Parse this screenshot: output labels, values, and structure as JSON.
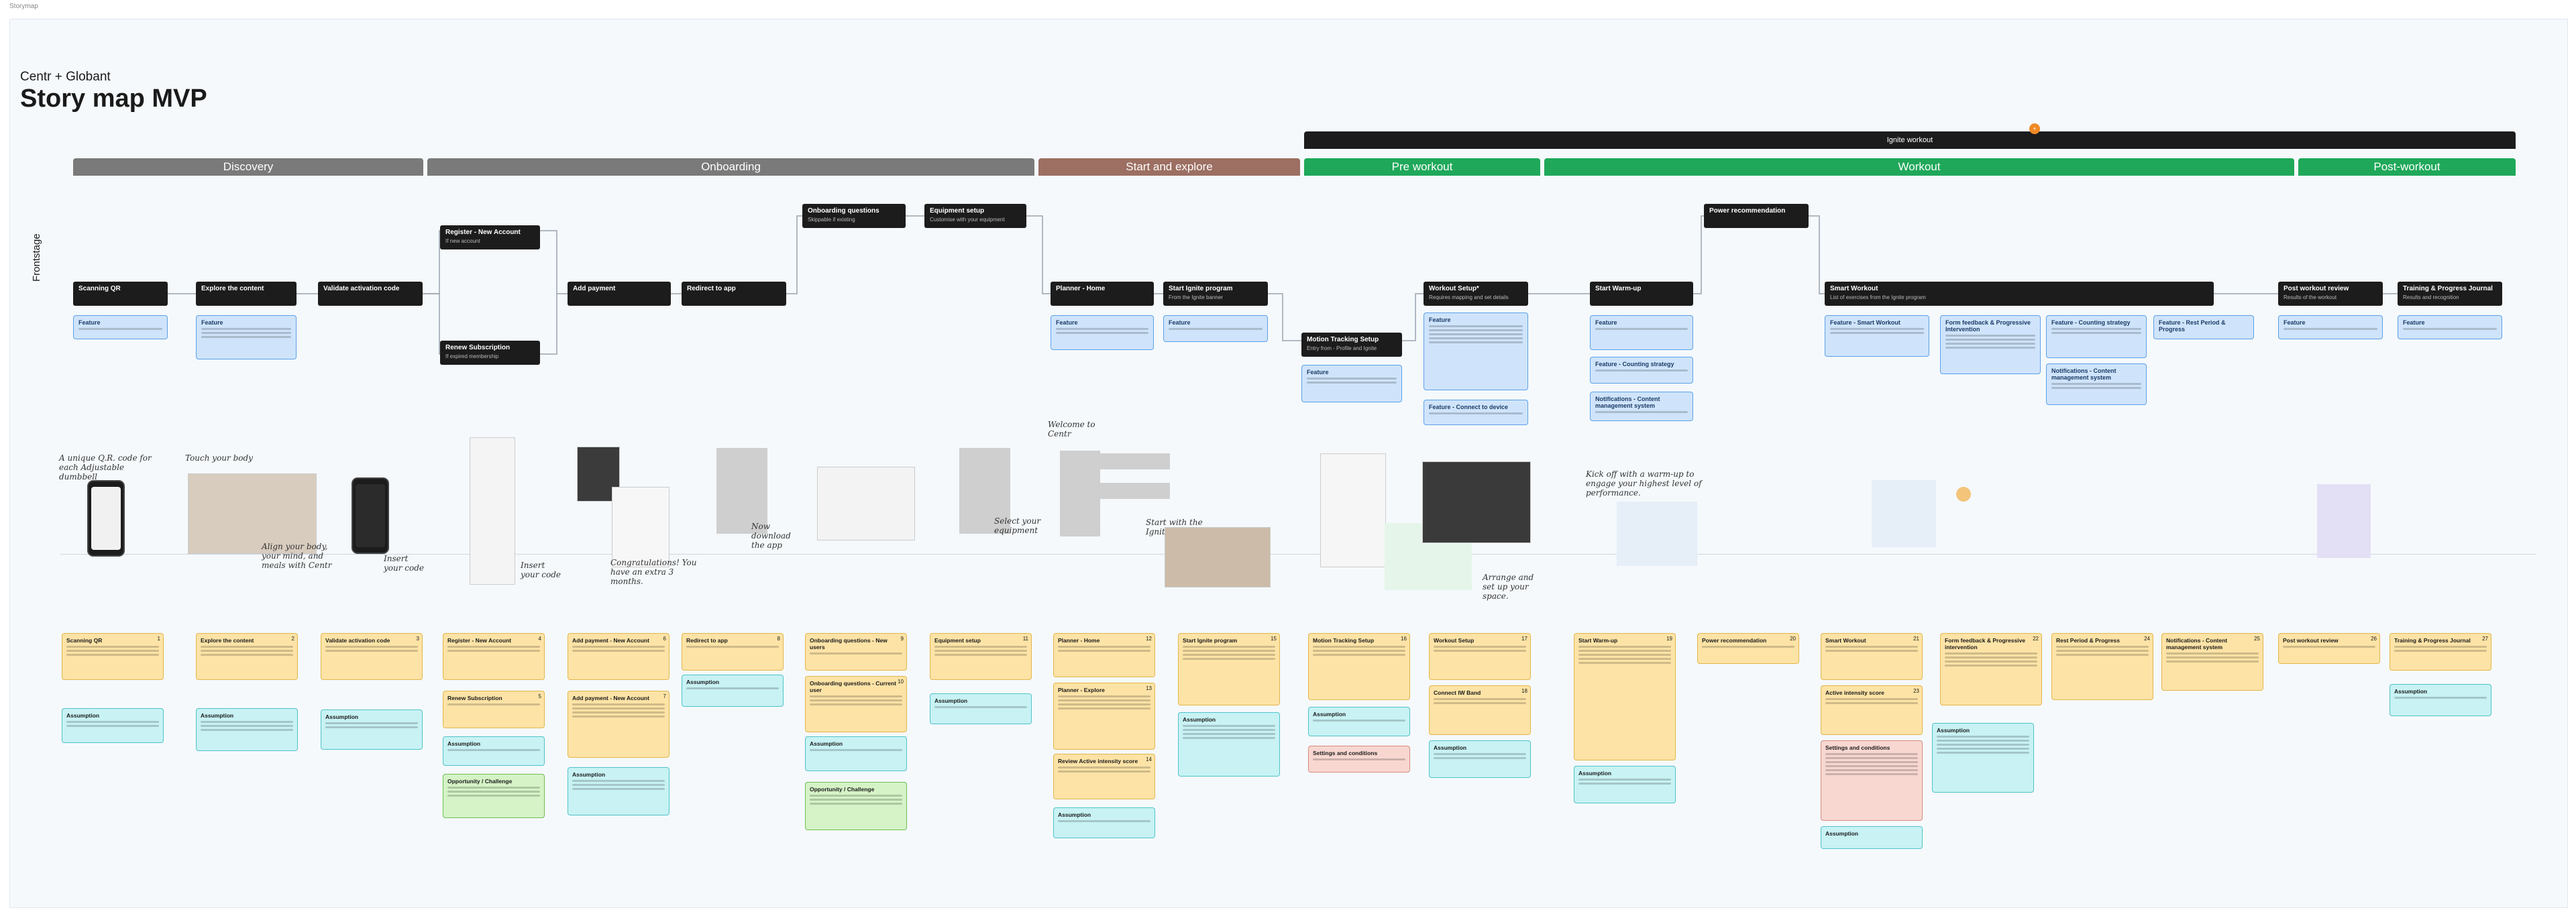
{
  "tag": "Storymap",
  "header": {
    "brand": "Centr + Globant",
    "title": "Story map MVP",
    "side_label": "Frontstage"
  },
  "ignite": {
    "label": "Ignite workout",
    "badge": "+"
  },
  "phases": [
    {
      "label": "Discovery",
      "color": "#7a7a7a"
    },
    {
      "label": "Onboarding",
      "color": "#7a7a7a"
    },
    {
      "label": "Start and explore",
      "color": "#9c6f62"
    },
    {
      "label": "Pre workout",
      "color": "#1fa85a"
    },
    {
      "label": "Workout",
      "color": "#1fa85a"
    },
    {
      "label": "Post-workout",
      "color": "#1fa85a"
    }
  ],
  "steps": [
    {
      "name": "Scanning QR",
      "sub": ""
    },
    {
      "name": "Explore the content",
      "sub": ""
    },
    {
      "name": "Validate activation code",
      "sub": ""
    },
    {
      "name": "Register - New Account",
      "sub": "If new account"
    },
    {
      "name": "Renew Subscription",
      "sub": "If expired membership"
    },
    {
      "name": "Add payment",
      "sub": ""
    },
    {
      "name": "Redirect to app",
      "sub": ""
    },
    {
      "name": "Onboarding questions",
      "sub": "Skippable if existing"
    },
    {
      "name": "Equipment setup",
      "sub": "Customise with your equipment"
    },
    {
      "name": "Planner - Home",
      "sub": ""
    },
    {
      "name": "Start Ignite program",
      "sub": "From the Ignite banner"
    },
    {
      "name": "Motion Tracking Setup",
      "sub": "Entry from - Profile and Ignite"
    },
    {
      "name": "Workout Setup*",
      "sub": "Requires mapping and set details"
    },
    {
      "name": "Start Warm-up",
      "sub": ""
    },
    {
      "name": "Power recommendation",
      "sub": ""
    },
    {
      "name": "Smart Workout",
      "sub": "List of exercises from the Ignite program"
    },
    {
      "name": "Post workout review",
      "sub": "Results of the workout"
    },
    {
      "name": "Training & Progress Journal",
      "sub": "Results and recognition"
    }
  ],
  "features": [
    {
      "name": "Feature"
    },
    {
      "name": "Feature"
    },
    {
      "name": "Feature"
    },
    {
      "name": "Feature"
    },
    {
      "name": "Feature"
    },
    {
      "name": "Feature"
    },
    {
      "name": "Feature - Connect to device"
    },
    {
      "name": "Feature"
    },
    {
      "name": "Feature - Counting strategy"
    },
    {
      "name": "Notifications - Content management system"
    },
    {
      "name": "Feature - Smart Workout"
    },
    {
      "name": "Form feedback & Progressive Intervention"
    },
    {
      "name": "Feature - Counting strategy"
    },
    {
      "name": "Notifications - Content management system"
    },
    {
      "name": "Feature - Rest Period & Progress"
    },
    {
      "name": "Feature"
    },
    {
      "name": "Feature"
    }
  ],
  "annotations": [
    {
      "text": "A unique Q.R. code for each Adjustable dumbbell"
    },
    {
      "text": "Touch your body"
    },
    {
      "text": "Align your body, your mind, and meals with Centr"
    },
    {
      "text": "Insert your code"
    },
    {
      "text": "Insert your code"
    },
    {
      "text": "Congratulations! You have an extra 3 months."
    },
    {
      "text": "Now download the app"
    },
    {
      "text": "Select your equipment"
    },
    {
      "text": "Welcome to Centr"
    },
    {
      "text": "Start with the Ignite program"
    },
    {
      "text": "Kick off with a warm-up to engage your highest level of performance."
    },
    {
      "text": "Arrange and set up your space."
    }
  ],
  "stories": [
    {
      "name": "Scanning QR",
      "num": "1"
    },
    {
      "name": "Explore the content",
      "num": "2"
    },
    {
      "name": "Validate activation code",
      "num": "3"
    },
    {
      "name": "Register - New Account",
      "num": "4"
    },
    {
      "name": "Renew Subscription",
      "num": "5"
    },
    {
      "name": "Add payment - New Account",
      "num": "6"
    },
    {
      "name": "Add payment - New Account",
      "num": "7"
    },
    {
      "name": "Redirect to app",
      "num": "8"
    },
    {
      "name": "Onboarding questions - New users",
      "num": "9"
    },
    {
      "name": "Onboarding questions - Current user",
      "num": "10"
    },
    {
      "name": "Equipment setup",
      "num": "11"
    },
    {
      "name": "Planner - Home",
      "num": "12"
    },
    {
      "name": "Planner - Explore",
      "num": "13"
    },
    {
      "name": "Review Active intensity score",
      "num": "14"
    },
    {
      "name": "Start Ignite program",
      "num": "15"
    },
    {
      "name": "Motion Tracking Setup",
      "num": "16"
    },
    {
      "name": "Workout Setup",
      "num": "17"
    },
    {
      "name": "Connect IW Band",
      "num": "18"
    },
    {
      "name": "Start Warm-up",
      "num": "19"
    },
    {
      "name": "Power recommendation",
      "num": "20"
    },
    {
      "name": "Smart Workout",
      "num": "21"
    },
    {
      "name": "Form feedback & Progressive intervention",
      "num": "22"
    },
    {
      "name": "Active intensity score",
      "num": "23"
    },
    {
      "name": "Rest Period & Progress",
      "num": "24"
    },
    {
      "name": "Notifications - Content management system",
      "num": "25"
    },
    {
      "name": "Post workout review",
      "num": "26"
    },
    {
      "name": "Training & Progress Journal",
      "num": "27"
    }
  ],
  "assumptions": [
    {
      "name": "Assumption"
    },
    {
      "name": "Assumption"
    },
    {
      "name": "Assumption"
    },
    {
      "name": "Assumption"
    },
    {
      "name": "Assumption"
    },
    {
      "name": "Assumption"
    },
    {
      "name": "Assumption"
    },
    {
      "name": "Assumption"
    },
    {
      "name": "Assumption"
    },
    {
      "name": "Assumption"
    },
    {
      "name": "Assumption"
    },
    {
      "name": "Assumption"
    },
    {
      "name": "Assumption"
    },
    {
      "name": "Assumption"
    },
    {
      "name": "Assumption"
    },
    {
      "name": "Assumption"
    }
  ],
  "opportunities": [
    {
      "name": "Opportunity / Challenge"
    },
    {
      "name": "Opportunity / Challenge"
    }
  ],
  "settings": [
    {
      "name": "Settings and conditions"
    },
    {
      "name": "Settings and conditions"
    }
  ]
}
